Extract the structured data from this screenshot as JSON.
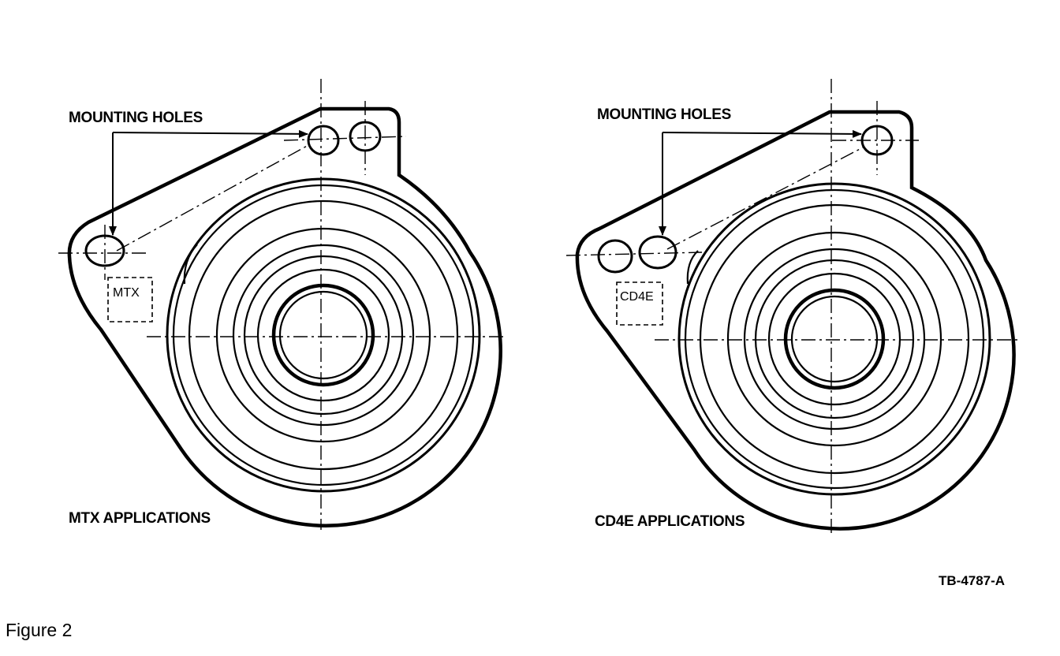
{
  "left_figure": {
    "callout": "MOUNTING HOLES",
    "tag": "MTX",
    "caption": "MTX APPLICATIONS"
  },
  "right_figure": {
    "callout": "MOUNTING HOLES",
    "tag": "CD4E",
    "caption": "CD4E APPLICATIONS"
  },
  "reference_code": "TB-4787-A",
  "figure_label": "Figure 2"
}
